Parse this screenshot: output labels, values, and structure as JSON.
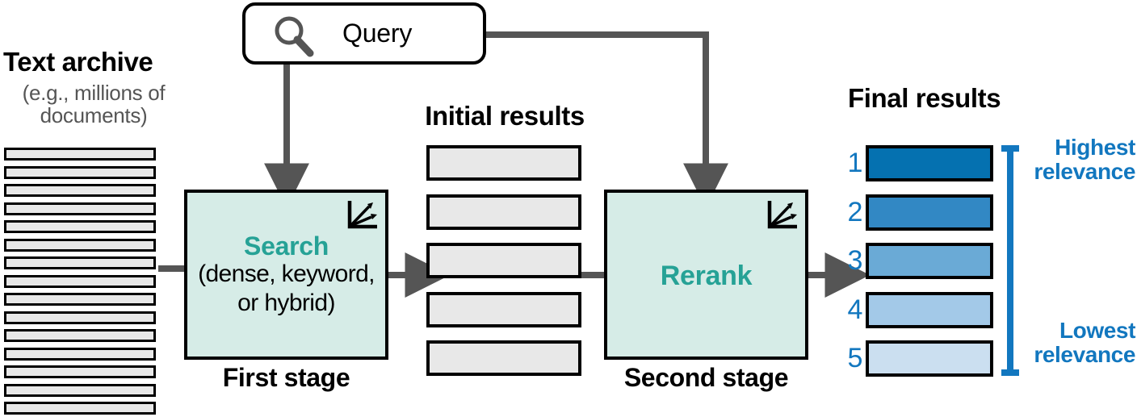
{
  "archive": {
    "title": "Text archive",
    "subtitle": "(e.g., millions of\ndocuments)",
    "subtitle_line1": "(e.g., millions of",
    "subtitle_line2": "documents)",
    "doc_count": 15,
    "doc_fill": "#e8e8e8",
    "doc_border": "#000000"
  },
  "query": {
    "label": "Query",
    "icon": "search-icon",
    "border_color": "#000000",
    "icon_color": "#555555"
  },
  "first_stage": {
    "title": "Search",
    "detail_line1": "(dense, keyword,",
    "detail_line2": "or hybrid)",
    "caption": "First stage",
    "icon": "vector-space-icon",
    "fill": "#d6ece7",
    "title_color": "#26a296"
  },
  "second_stage": {
    "title": "Rerank",
    "caption": "Second stage",
    "icon": "vector-space-icon",
    "fill": "#d6ece7",
    "title_color": "#26a296"
  },
  "initial_results": {
    "title": "Initial results",
    "count": 5,
    "fill": "#e8e8e8",
    "border": "#000000"
  },
  "final_results": {
    "title": "Final results",
    "items": [
      {
        "rank": "1",
        "color": "#0571b0"
      },
      {
        "rank": "2",
        "color": "#3288c4"
      },
      {
        "rank": "3",
        "color": "#6aaad6"
      },
      {
        "rank": "4",
        "color": "#a3c9e8"
      },
      {
        "rank": "5",
        "color": "#cbdff0"
      }
    ],
    "rank_color": "#1277bf"
  },
  "relevance_scale": {
    "top_label_line1": "Highest",
    "top_label_line2": "relevance",
    "bottom_label_line1": "Lowest",
    "bottom_label_line2": "relevance",
    "color": "#1277bf"
  },
  "connectors": {
    "color": "#555555"
  }
}
